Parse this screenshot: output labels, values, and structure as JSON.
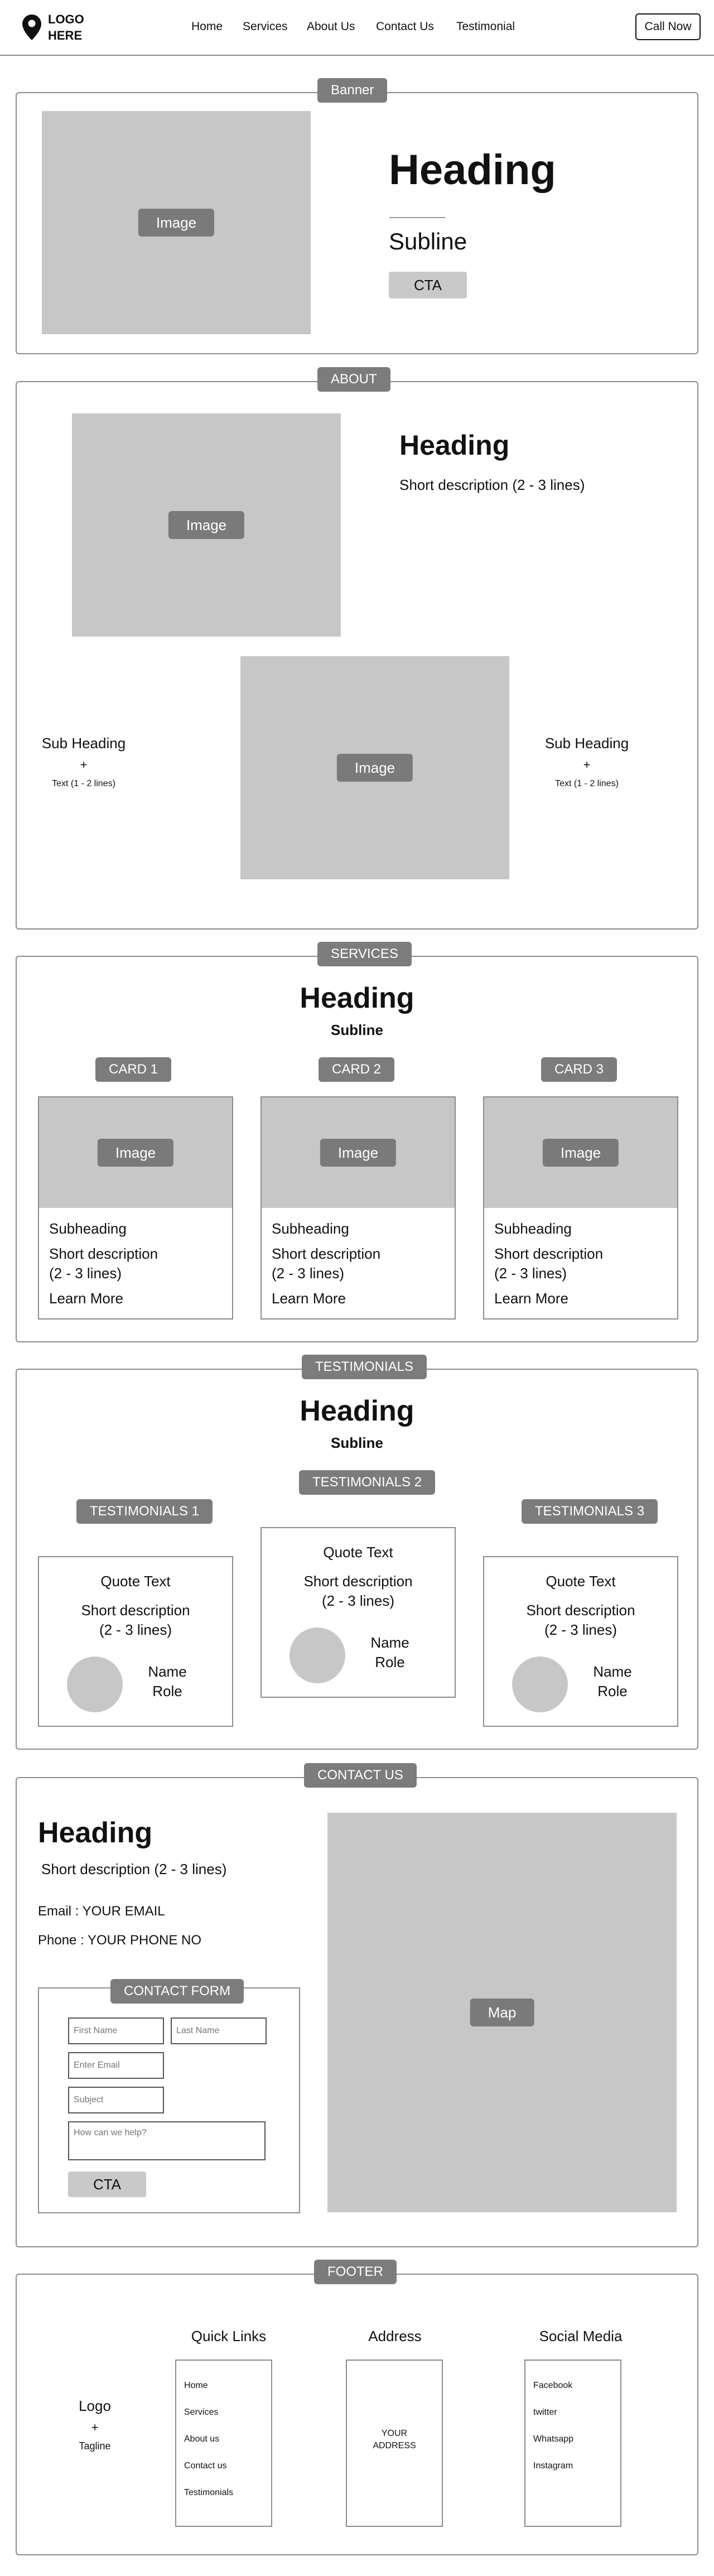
{
  "header": {
    "logo_line1": "LOGO",
    "logo_line2": "HERE",
    "nav": [
      "Home",
      "Services",
      "About Us",
      "Contact Us",
      "Testimonial"
    ],
    "call_button": "Call Now"
  },
  "banner": {
    "tag": "Banner",
    "image_label": "Image",
    "heading": "Heading",
    "subline": "Subline",
    "cta": "CTA"
  },
  "about": {
    "tag": "ABOUT",
    "image_label": "Image",
    "heading": "Heading",
    "description": "Short description (2 - 3 lines)",
    "image2_label": "Image",
    "left": {
      "subheading": "Sub Heading",
      "plus": "+",
      "text": "Text (1 - 2 lines)"
    },
    "right": {
      "subheading": "Sub Heading",
      "plus": "+",
      "text": "Text (1 - 2 lines)"
    }
  },
  "services": {
    "tag": "SERVICES",
    "heading": "Heading",
    "subline": "Subline",
    "cards": [
      {
        "tag": "CARD 1",
        "image_label": "Image",
        "subheading": "Subheading",
        "desc1": "Short description",
        "desc2": "(2 - 3 lines)",
        "link": "Learn More"
      },
      {
        "tag": "CARD 2",
        "image_label": "Image",
        "subheading": "Subheading",
        "desc1": "Short description",
        "desc2": "(2 - 3 lines)",
        "link": "Learn More"
      },
      {
        "tag": "CARD 3",
        "image_label": "Image",
        "subheading": "Subheading",
        "desc1": "Short description",
        "desc2": "(2 - 3 lines)",
        "link": "Learn More"
      }
    ]
  },
  "testimonials": {
    "tag": "TESTIMONIALS",
    "heading": "Heading",
    "subline": "Subline",
    "items": [
      {
        "tag": "TESTIMONIALS 1",
        "quote": "Quote Text",
        "desc1": "Short description",
        "desc2": "(2 - 3 lines)",
        "name": "Name",
        "role": "Role"
      },
      {
        "tag": "TESTIMONIALS 2",
        "quote": "Quote Text",
        "desc1": "Short description",
        "desc2": "(2 - 3 lines)",
        "name": "Name",
        "role": "Role"
      },
      {
        "tag": "TESTIMONIALS 3",
        "quote": "Quote Text",
        "desc1": "Short description",
        "desc2": "(2 - 3 lines)",
        "name": "Name",
        "role": "Role"
      }
    ]
  },
  "contact": {
    "tag": "CONTACT US",
    "heading": "Heading",
    "description": "Short description (2 - 3 lines)",
    "email": "Email : YOUR EMAIL",
    "phone": "Phone : YOUR PHONE NO",
    "form": {
      "tag": "CONTACT FORM",
      "first_name": "First Name",
      "last_name": "Last Name",
      "email": "Enter Email",
      "subject": "Subject",
      "message": "How can we help?",
      "submit": "CTA"
    },
    "map_label": "Map"
  },
  "footer": {
    "tag": "FOOTER",
    "logo": "Logo",
    "plus": "+",
    "tagline": "Tagline",
    "quick_links_title": "Quick Links",
    "quick_links": [
      "Home",
      "Services",
      "About us",
      "Contact us",
      "Testimonials"
    ],
    "address_title": "Address",
    "address_line1": "YOUR",
    "address_line2": "ADDRESS",
    "social_title": "Social Media",
    "social": [
      "Facebook",
      "twitter",
      "Whatsapp",
      "Instagram"
    ]
  }
}
